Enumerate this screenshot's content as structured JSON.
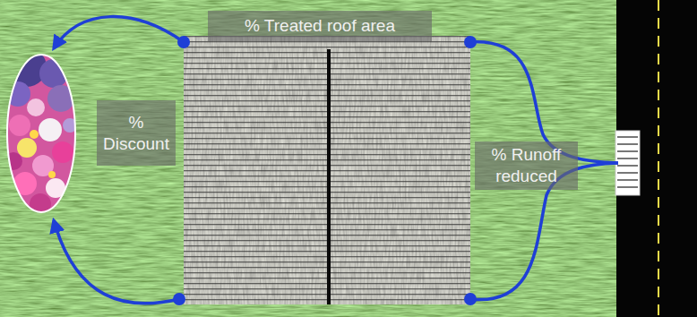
{
  "diagram": {
    "nodes": [
      {
        "text": [
          "% Treated roof area"
        ]
      },
      {
        "text": [
          "% Discount"
        ]
      },
      {
        "text": [
          "% Runoff reduced"
        ]
      }
    ]
  }
}
